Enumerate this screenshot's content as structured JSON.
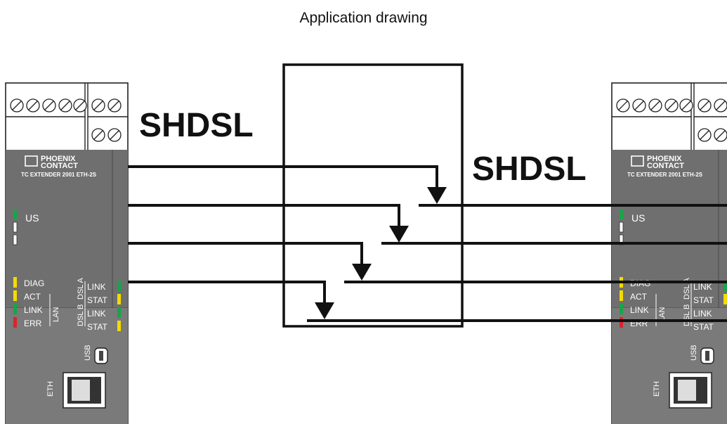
{
  "title": "Application drawing",
  "labels": {
    "shdsl_left": "SHDSL",
    "shdsl_right": "SHDSL"
  },
  "device": {
    "brand_line1": "PHOENIX",
    "brand_line2": "CONTACT",
    "model": "TC EXTENDER 2001 ETH-2S",
    "us": "US",
    "diag": "DIAG",
    "act": "ACT",
    "link": "LINK",
    "err": "ERR",
    "lan": "LAN",
    "dsl_a": "DSL A",
    "dsl_b": "DSL B",
    "link_a": "LINK",
    "stat_a": "STAT",
    "link_b": "LINK",
    "stat_b": "STAT",
    "usb": "USB",
    "eth": "ETH"
  },
  "colors": {
    "panel": "#6f6f6f",
    "led_green": "#1aa34a",
    "led_yellow": "#f2dc00",
    "led_red": "#d7262b",
    "led_off": "#ffffff",
    "line": "#111111"
  }
}
